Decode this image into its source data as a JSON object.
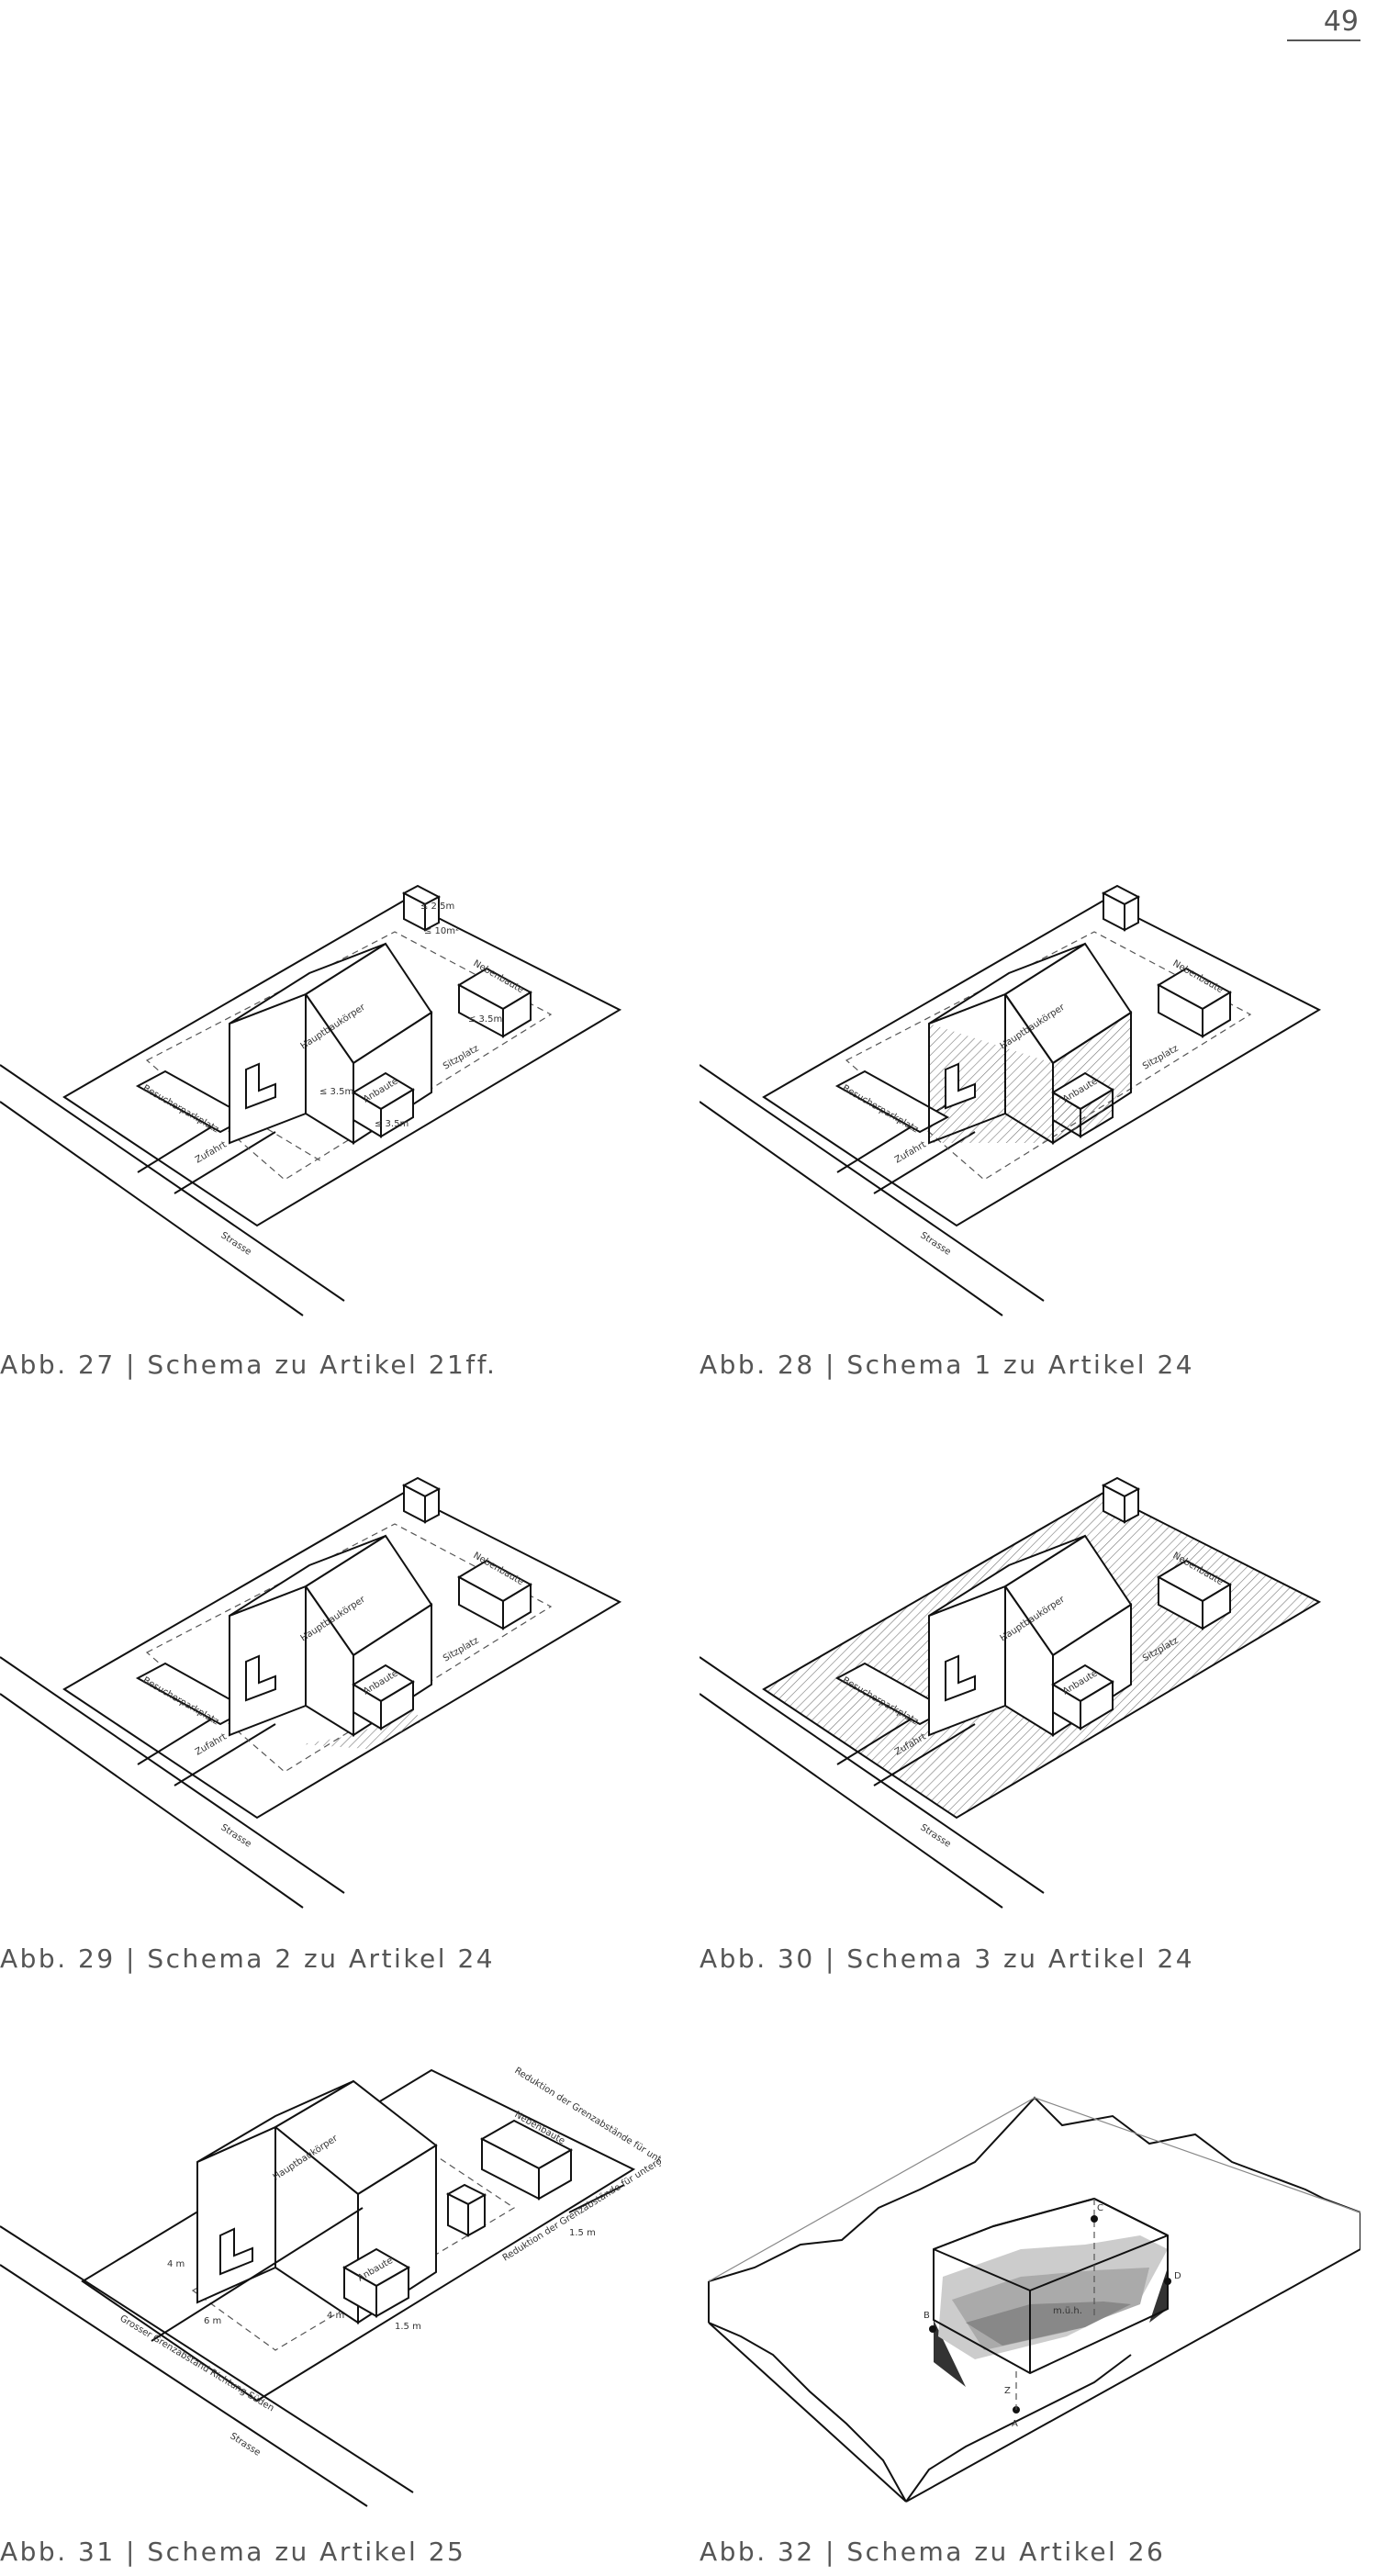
{
  "page": {
    "number": "49"
  },
  "figures": [
    {
      "caption": "Abb. 27 | Schema zu Artikel 21ff.",
      "labels": {
        "hauptbaukoerper": "Hauptbaukörper",
        "anbaute": "Anbaute",
        "nebenbaute": "Nebenbaute",
        "sitzplatz": "Sitzplatz",
        "zufahrt": "Zufahrt",
        "besucherparkplatz": "Besucherparkplatz",
        "strasse": "Strasse",
        "dim_a": "≤ 3.5m",
        "dim_b": "≤ 3.5m",
        "dim_c": "≤ 3.5m",
        "dim_d": "≤ 2.5m",
        "dim_e": "≤ 10m²"
      }
    },
    {
      "caption": "Abb. 28 | Schema 1 zu Artikel 24",
      "labels": {
        "hauptbaukoerper": "Hauptbaukörper",
        "anbaute": "Anbaute",
        "nebenbaute": "Nebenbaute",
        "sitzplatz": "Sitzplatz",
        "zufahrt": "Zufahrt",
        "besucherparkplatz": "Besucherparkplatz",
        "strasse": "Strasse"
      }
    },
    {
      "caption": "Abb. 29 | Schema 2 zu Artikel 24",
      "labels": {
        "hauptbaukoerper": "Hauptbaukörper",
        "anbaute": "Anbaute",
        "nebenbaute": "Nebenbaute",
        "sitzplatz": "Sitzplatz",
        "zufahrt": "Zufahrt",
        "besucherparkplatz": "Besucherparkplatz",
        "strasse": "Strasse"
      }
    },
    {
      "caption": "Abb. 30 | Schema 3 zu Artikel 24",
      "labels": {
        "hauptbaukoerper": "Hauptbaukörper",
        "anbaute": "Anbaute",
        "nebenbaute": "Nebenbaute",
        "sitzplatz": "Sitzplatz",
        "zufahrt": "Zufahrt",
        "besucherparkplatz": "Besucherparkplatz",
        "strasse": "Strasse"
      }
    },
    {
      "caption": "Abb. 31 | Schema zu Artikel 25",
      "labels": {
        "hauptbaukoerper": "Hauptbaukörper",
        "anbaute": "Anbaute",
        "nebenbaute": "Nebenbaute",
        "strasse": "Strasse",
        "grenzabstand": "Grosser Grenzabstand Richtung Süden",
        "reduktion_1": "Reduktion der Grenzabstände für untergeordnete Bauteile",
        "reduktion_2": "Reduktion der Grenzabstände für untergeordnete Bauteile",
        "dim_4m_a": "4 m",
        "dim_4m_b": "4 m",
        "dim_6m": "6 m",
        "dim_15m_a": "1.5 m",
        "dim_15m_b": "1.5 m"
      }
    },
    {
      "caption": "Abb. 32 | Schema zu Artikel 26",
      "labels": {
        "point_a": "A",
        "point_b": "B",
        "point_c": "C",
        "point_d": "D",
        "point_z": "Z",
        "mean": "m.ü.h."
      }
    }
  ]
}
